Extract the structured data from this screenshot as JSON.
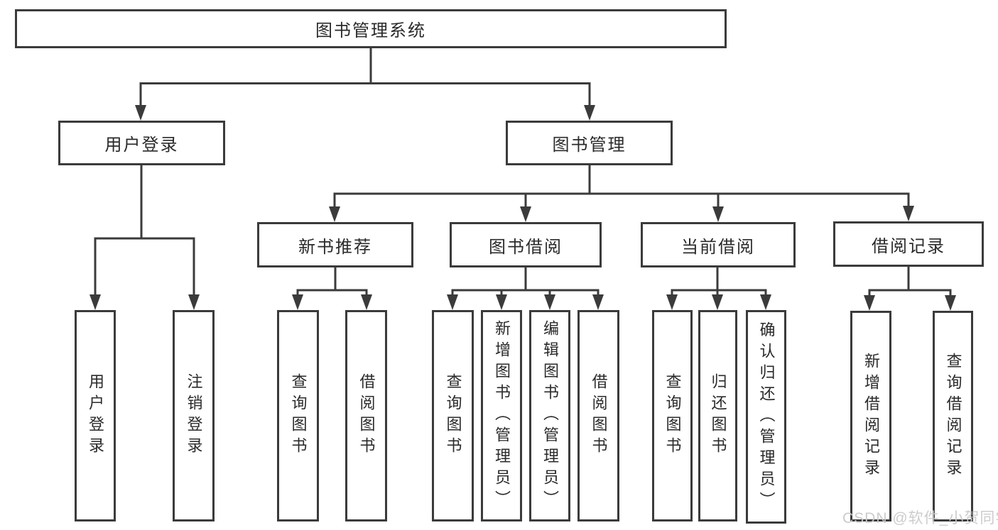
{
  "diagram_title": "图书管理系统",
  "watermark": "CSDN @软件_小贺同学",
  "colors": {
    "line": "#3b3b3b",
    "box_border": "#3b3b3b",
    "text": "#2a2a2a",
    "watermark": "#c9c9c9",
    "background": "#ffffff"
  },
  "nodes": {
    "root": "图书管理系统",
    "user_login": "用户登录",
    "book_mgmt": "图书管理",
    "new_book_rec": "新书推荐",
    "book_borrow": "图书借阅",
    "current_borrow": "当前借阅",
    "borrow_records": "借阅记录",
    "leaf_user_login": "用户登录",
    "leaf_logout": "注销登录",
    "leaf_rec_query": "查询图书",
    "leaf_rec_borrow": "借阅图书",
    "leaf_bb_query": "查询图书",
    "leaf_bb_add": "新增图书（管理员）",
    "leaf_bb_edit": "编辑图书（管理员）",
    "leaf_bb_borrow": "借阅图书",
    "leaf_cb_query": "查询图书",
    "leaf_cb_return": "归还图书",
    "leaf_cb_confirm": "确认归还（管理员）",
    "leaf_br_add": "新增借阅记录",
    "leaf_br_query": "查询借阅记录"
  }
}
